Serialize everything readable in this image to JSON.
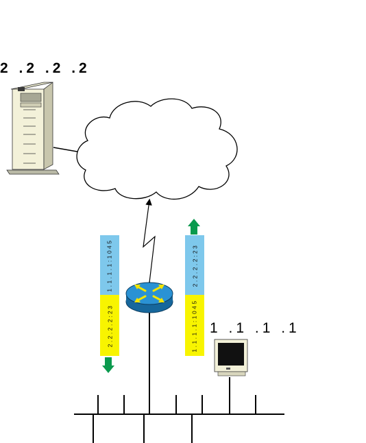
{
  "labels": {
    "server_ip": "2 .2 .2 .2",
    "pc_ip": "1 .1 .1 .1"
  },
  "packets": {
    "outgoing": {
      "source": "1.1.1.1:1045",
      "destination": "2.2.2.2:23",
      "direction": "down"
    },
    "return": {
      "source": "2.2.2.2:23",
      "destination": "1.1.1.1:1045",
      "direction": "up"
    }
  },
  "colors": {
    "address_blue": "#7ec8ec",
    "address_yellow": "#f8f400",
    "arrow_green": "#0a9a4e",
    "router_blue": "#1f86c9",
    "router_arrows": "#f2e400"
  },
  "icons": [
    "server-icon",
    "cloud-icon",
    "router-icon",
    "computer-icon"
  ]
}
